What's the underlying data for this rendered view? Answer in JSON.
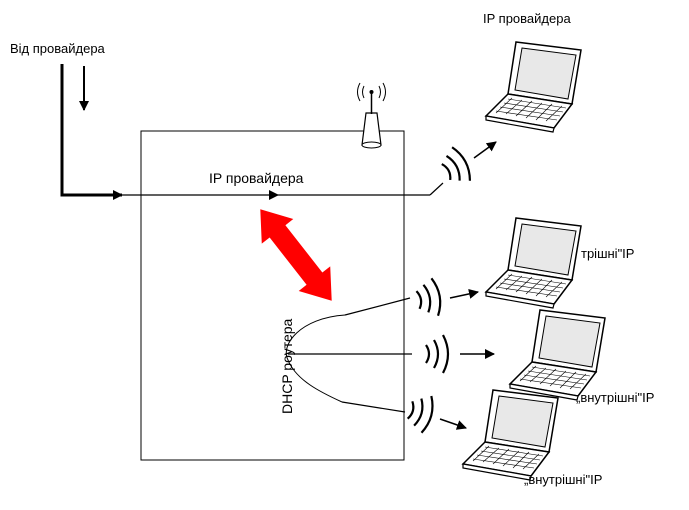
{
  "labels": {
    "from_provider": "Від провайдера",
    "ip_provider_top": "IP провайдера",
    "ip_provider_inside": "IP провайдера",
    "dhcp_router": "DHCP роутера",
    "internal_ip_1": "трішні\"IP",
    "internal_ip_2": "„внутрішні\"IP",
    "internal_ip_3": "„внутрішні\"IP"
  },
  "colors": {
    "stroke": "#000000",
    "accent_arrow": "#ff0000",
    "laptop_screen": "#e8e8e8",
    "laptop_body": "#ffffff"
  },
  "icons": {
    "router_antenna": "antenna-icon",
    "laptop": "laptop-icon",
    "wireless": "wifi-waves-icon"
  }
}
